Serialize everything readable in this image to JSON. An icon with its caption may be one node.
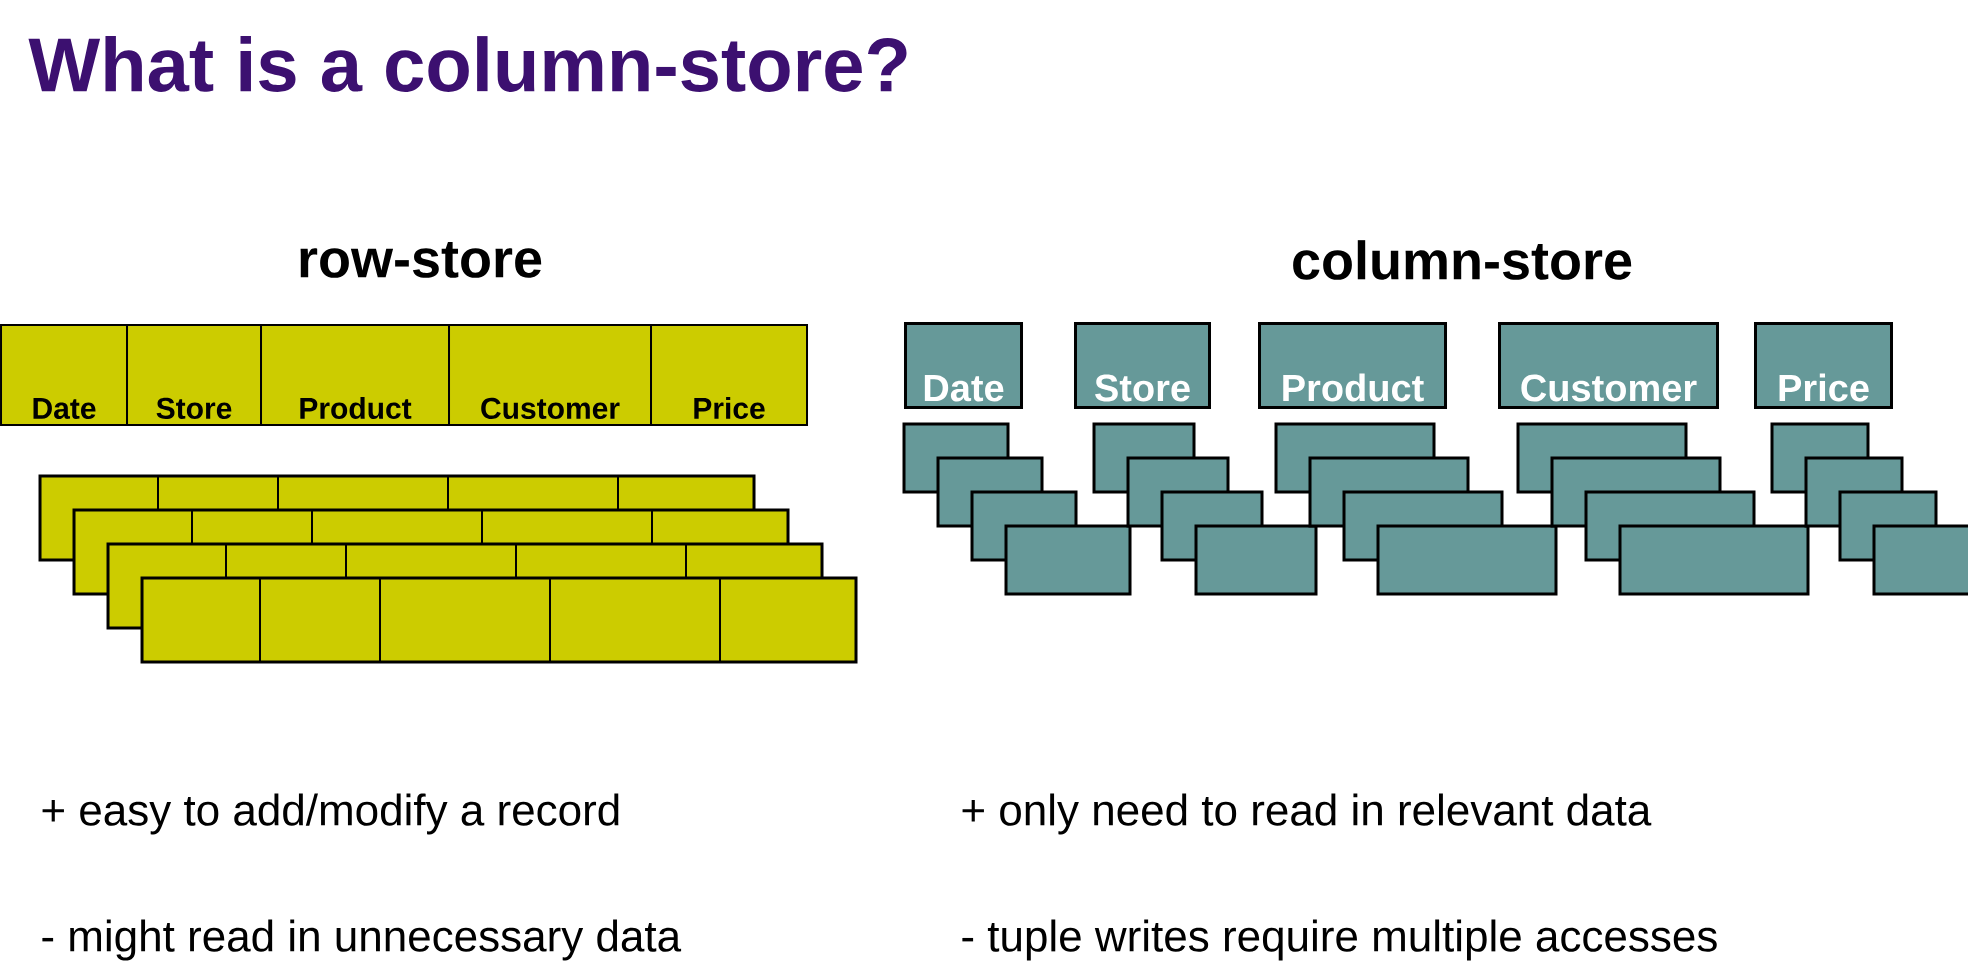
{
  "diagram": {
    "title": "What is a column-store?",
    "nodes": [
      {
        "text": [
          "Date"
        ]
      },
      {
        "text": [
          "Store"
        ]
      },
      {
        "text": [
          "Product"
        ]
      },
      {
        "text": [
          "Customer"
        ]
      },
      {
        "text": [
          "Price"
        ]
      },
      {
        "text": [
          "Date"
        ]
      },
      {
        "text": [
          "Store"
        ]
      },
      {
        "text": [
          "Product"
        ]
      },
      {
        "text": [
          "Customer"
        ]
      },
      {
        "text": [
          "Price"
        ]
      }
    ],
    "edges": [],
    "labels": [
      "row-store",
      "column-store",
      "+ easy to add/modify a record",
      "+ only need to read in relevant data",
      "- might read in unnecessary data",
      "- tuple writes require multiple accesses"
    ]
  }
}
